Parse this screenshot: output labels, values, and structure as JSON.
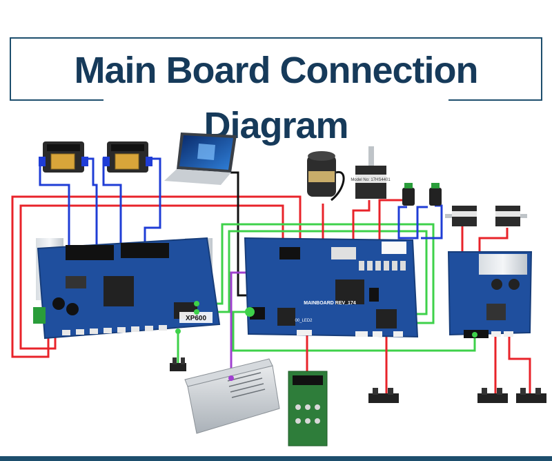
{
  "title": "Main Board Connection Diagram",
  "labels": {
    "printhead_board": "XP600",
    "main_board": "MAINBOARD REV_174",
    "board_code": "00_LED2",
    "motor_sticker": "Model No: 17HS4401"
  },
  "colors": {
    "title_text": "#163a5a",
    "frame_line": "#1d4e6d",
    "wire_red": "#e8232a",
    "wire_blue": "#1f3dd6",
    "wire_green": "#3ed14a",
    "wire_black": "#111111",
    "wire_purple": "#a040d0",
    "pcb_blue": "#1f4f9e",
    "bottom_bar": "#1d4e6d"
  },
  "components": [
    {
      "id": "printhead-1",
      "name": "Printhead"
    },
    {
      "id": "printhead-2",
      "name": "Printhead"
    },
    {
      "id": "laptop",
      "name": "Computer"
    },
    {
      "id": "carriage-motor",
      "name": "Servo motor"
    },
    {
      "id": "stepper-motor-feed",
      "name": "Stepper motor"
    },
    {
      "id": "pump-1",
      "name": "Pump"
    },
    {
      "id": "pump-2",
      "name": "Pump"
    },
    {
      "id": "head-board",
      "name": "Printhead board"
    },
    {
      "id": "main-board",
      "name": "Main board"
    },
    {
      "id": "driver-board",
      "name": "Driver board"
    },
    {
      "id": "stepper-1",
      "name": "Stepper motor"
    },
    {
      "id": "stepper-2",
      "name": "Stepper motor"
    },
    {
      "id": "power-supply",
      "name": "Power supply"
    },
    {
      "id": "control-panel",
      "name": "Control panel"
    },
    {
      "id": "sensor-1",
      "name": "Sensor"
    },
    {
      "id": "sensor-2",
      "name": "Sensor"
    },
    {
      "id": "sensor-3",
      "name": "Sensor"
    },
    {
      "id": "encoder-sensor",
      "name": "Encoder sensor"
    }
  ],
  "connections": [
    {
      "from": "printhead-1",
      "to": "head-board",
      "color": "blue"
    },
    {
      "from": "printhead-2",
      "to": "head-board",
      "color": "blue"
    },
    {
      "from": "laptop",
      "to": "main-board",
      "color": "black"
    },
    {
      "from": "carriage-motor",
      "to": "main-board",
      "color": "red"
    },
    {
      "from": "stepper-motor-feed",
      "to": "main-board",
      "color": "red"
    },
    {
      "from": "pump-1",
      "to": "main-board",
      "color": "red"
    },
    {
      "from": "pump-2",
      "to": "main-board",
      "color": "blue"
    },
    {
      "from": "head-board",
      "to": "main-board",
      "color": "green"
    },
    {
      "from": "head-board",
      "to": "main-board",
      "color": "red"
    },
    {
      "from": "power-supply",
      "to": "main-board",
      "color": "purple"
    },
    {
      "from": "main-board",
      "to": "driver-board",
      "color": "green"
    },
    {
      "from": "driver-board",
      "to": "stepper-1",
      "color": "red"
    },
    {
      "from": "driver-board",
      "to": "stepper-2",
      "color": "red"
    },
    {
      "from": "main-board",
      "to": "control-panel",
      "color": "red"
    },
    {
      "from": "main-board",
      "to": "sensor-1",
      "color": "red"
    },
    {
      "from": "driver-board",
      "to": "sensor-2",
      "color": "red"
    },
    {
      "from": "driver-board",
      "to": "sensor-3",
      "color": "red"
    },
    {
      "from": "head-board",
      "to": "encoder-sensor",
      "color": "green"
    }
  ]
}
